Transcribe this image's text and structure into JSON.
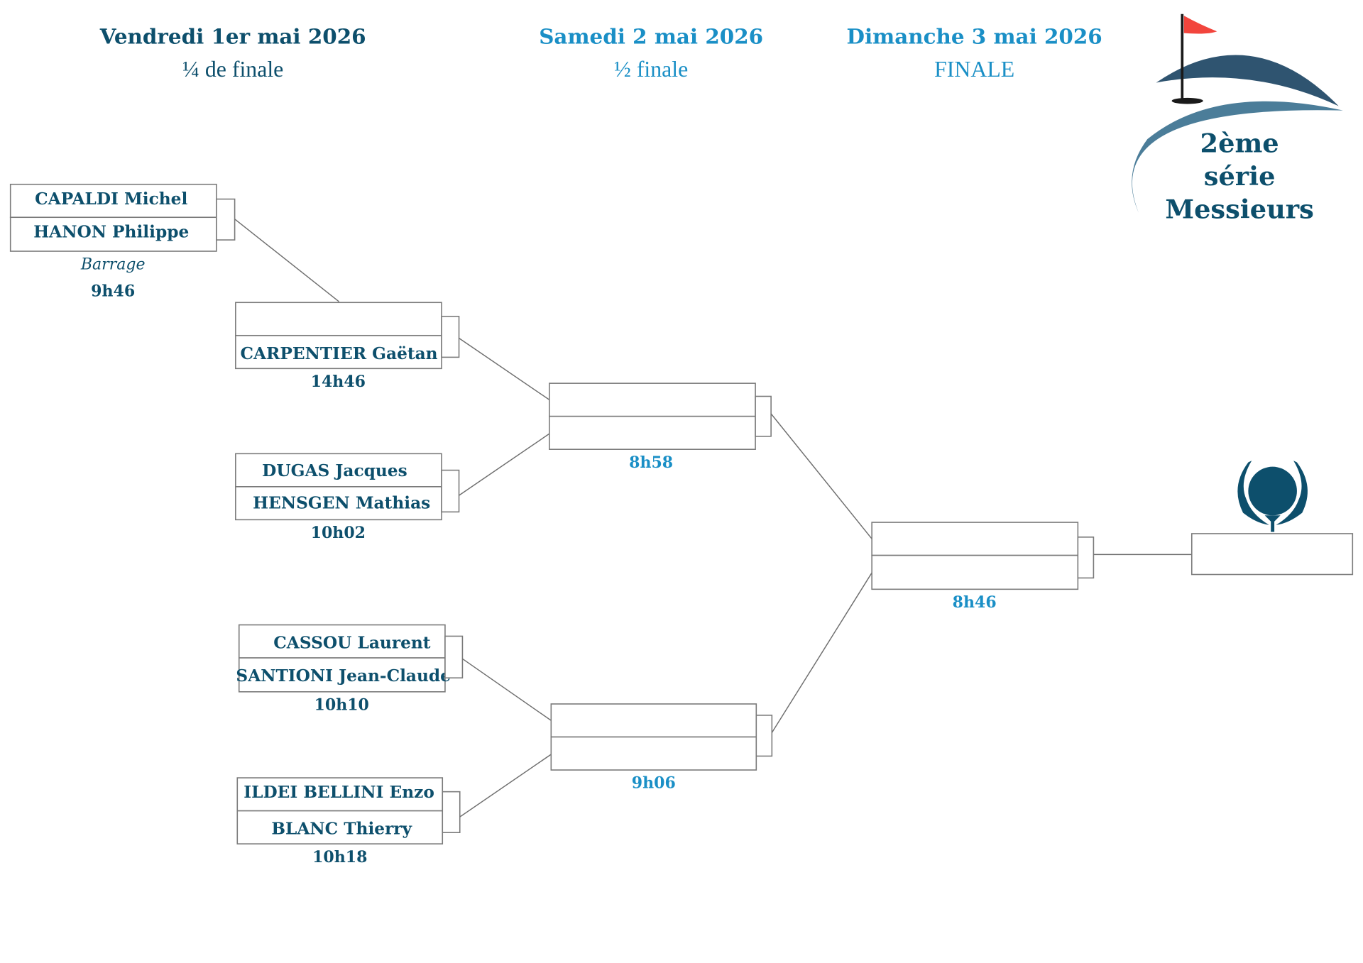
{
  "rounds": [
    {
      "day": "Vendredi 1er mai  2026",
      "stage": "¼ de finale"
    },
    {
      "day": "Samedi 2 mai 2026",
      "stage": "½ finale"
    },
    {
      "day": "Dimanche 3 mai 2026",
      "stage": "FINALE"
    }
  ],
  "logo": {
    "line1": "2ème",
    "line2": "série",
    "line3": "Messieurs"
  },
  "matches": {
    "barrage": {
      "p1": "CAPALDI Michel",
      "p2": "HANON Philippe",
      "note": "Barrage",
      "time": "9h46"
    },
    "qf1": {
      "p1": "",
      "p2": "CARPENTIER Gaëtan",
      "time": "14h46"
    },
    "qf2": {
      "p1": "DUGAS Jacques",
      "p2": "HENSGEN Mathias",
      "time": "10h02"
    },
    "qf3": {
      "p1": "CASSOU Laurent",
      "p2": "SANTIONI Jean-Claude",
      "time": "10h10"
    },
    "qf4": {
      "p1": "ILDEI BELLINI Enzo",
      "p2": "BLANC Thierry",
      "time": "10h18"
    },
    "sf1": {
      "p1": "",
      "p2": "",
      "time": "8h58"
    },
    "sf2": {
      "p1": "",
      "p2": "",
      "time": "9h06"
    },
    "final": {
      "p1": "",
      "p2": "",
      "time": "8h46"
    },
    "winner": ""
  },
  "colors": {
    "dark": "#0d4f6c",
    "light": "#1a8fc6",
    "flag": "#f2453d"
  }
}
